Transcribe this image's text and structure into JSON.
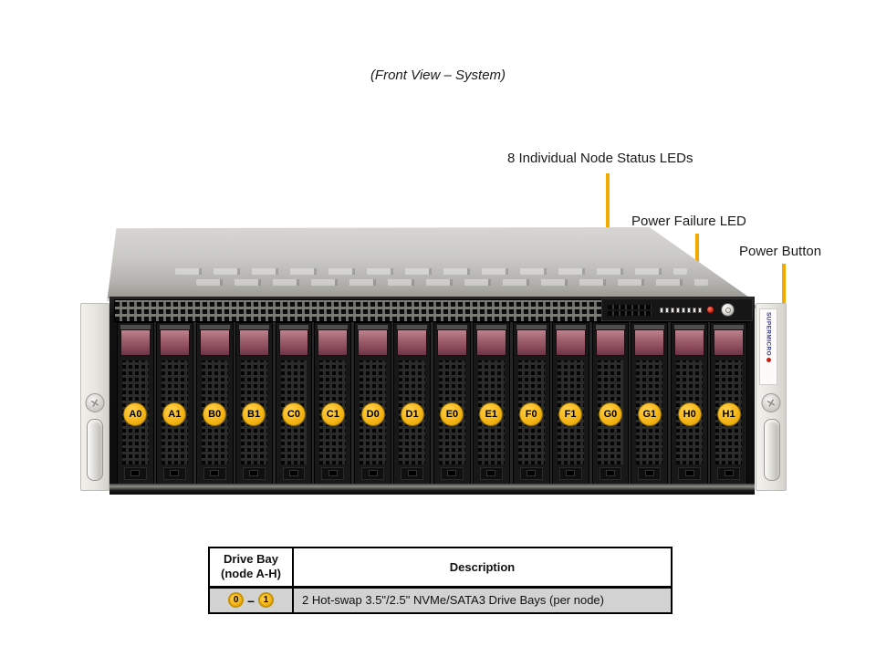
{
  "title": "(Front View – System)",
  "annotations": {
    "node_leds": "8 Individual Node Status LEDs",
    "power_failure": "Power Failure LED",
    "power_button": "Power Button"
  },
  "chassis": {
    "brand": "SUPERMICRO",
    "node_status_led_count": 8,
    "drive_bay_labels": [
      "A0",
      "A1",
      "B0",
      "B1",
      "C0",
      "C1",
      "D0",
      "D1",
      "E0",
      "E1",
      "F0",
      "F1",
      "G0",
      "G1",
      "H0",
      "H1"
    ]
  },
  "spec_table": {
    "col1_header_line1": "Drive Bay",
    "col1_header_line2": "(node A-H)",
    "col2_header": "Description",
    "row": {
      "bay_from": "0",
      "bay_to": "1",
      "separator": "–",
      "description": "2 Hot-swap 3.5\"/2.5\" NVMe/SATA3 Drive Bays (per node)"
    }
  },
  "colors": {
    "annotation_line": "#F2A900",
    "bay_badge": "#F5B517",
    "latch": "#8A4A5A",
    "table_row_bg": "#D2D2D2"
  }
}
